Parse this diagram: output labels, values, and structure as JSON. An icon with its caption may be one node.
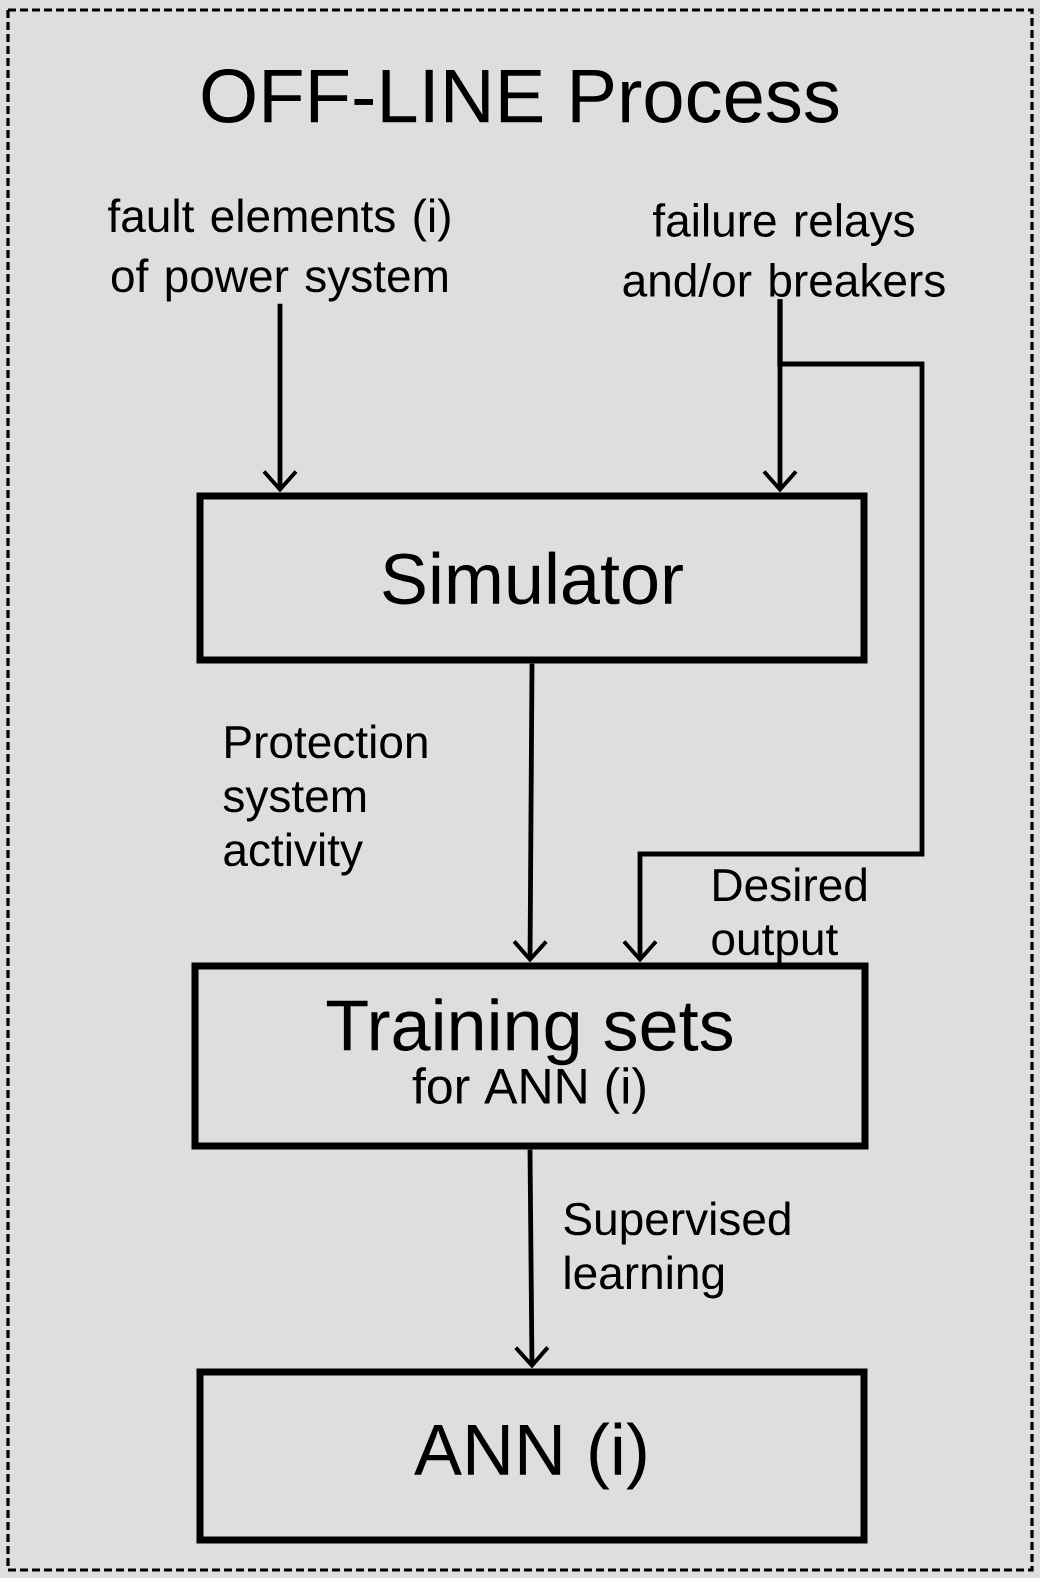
{
  "diagram": {
    "title": "OFF-LINE Process",
    "nodes": [
      {
        "text": [
          "fault elements (i) of power system"
        ]
      },
      {
        "text": [
          "failure relays and/or breakers"
        ]
      },
      {
        "text": [
          "Simulator"
        ]
      },
      {
        "text": [
          "Training sets",
          "for ANN (i)"
        ]
      },
      {
        "text": [
          "ANN (i)"
        ]
      }
    ],
    "edges": [
      {
        "from": 0,
        "to": 2,
        "arrow": "to"
      },
      {
        "from": 1,
        "to": 2,
        "arrow": "to"
      },
      {
        "from": 2,
        "to": 3,
        "arrow": "to",
        "label": "Protection system activity"
      },
      {
        "from": 1,
        "to": 3,
        "arrow": "to",
        "label": "Desired output"
      },
      {
        "from": 3,
        "to": 4,
        "arrow": "to",
        "label": "Supervised learning"
      }
    ]
  }
}
